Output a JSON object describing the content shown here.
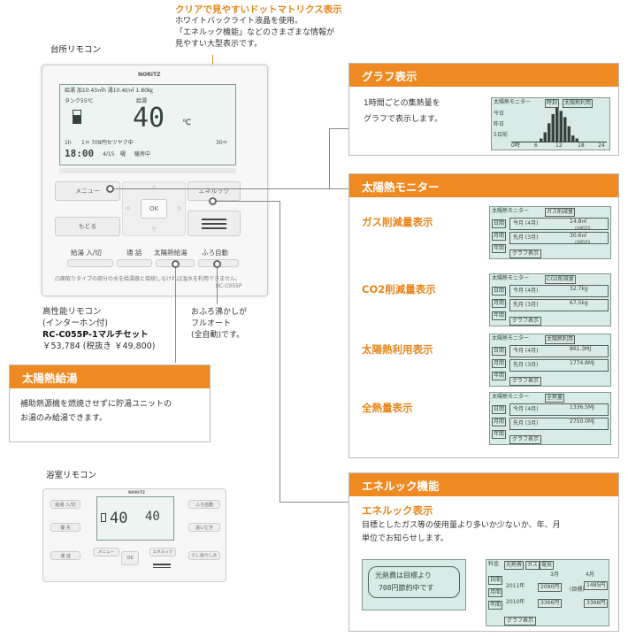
{
  "top_callout": {
    "title": "クリアで見やすいドットマトリクス表示",
    "body": [
      "ホワイトバックライト液晶を使用。",
      "「エネルック機能」などのさまざまな情報が",
      "見やすい大型表示です。"
    ]
  },
  "kitchen_label": "台所リモコン",
  "remote": {
    "brand": "NORITZ",
    "lcd": {
      "top": "給湯 加10.43㎥h 湯10.4ℓ/㎥ 1.80㎏",
      "tank": "タンク55℃",
      "mode": "給湯",
      "temp": "40",
      "unit": "℃",
      "saving": "1ㅁ 708円セツヤク中",
      "time": "18:00",
      "date": "4/15",
      "weekday": "曜",
      "status": "暖房中",
      "left_small": "1h",
      "right_small": "30ㅁ"
    },
    "buttons": {
      "menu": "メニュー",
      "back": "もどる",
      "ok": "OK",
      "enelook": "エネルック",
      "bottom": [
        "給湯 入/切",
        "通 話",
        "太陽熱給湯",
        "ふろ自動"
      ]
    },
    "footer_text": "凸面取りタイプの部分の水を給湯器と接続しなければ温水を利用できません。",
    "model_small": "RC-C055P"
  },
  "remote_desc": {
    "line1": "高性能リモコン",
    "line2": "(インターホン付)",
    "model": "RC-C055P-1マルチセット",
    "price": "￥53,784 (税抜き ￥49,800)"
  },
  "furo_desc": [
    "おふろ沸かしが",
    "フルオート",
    "(全自動)です。"
  ],
  "solar_hot_water": {
    "header": "太陽熱給湯",
    "body": [
      "補助熱源機を燃焼させずに貯湯ユニットの",
      "お湯のみ給湯できます。"
    ]
  },
  "bath_label": "浴室リモコン",
  "bath_remote": {
    "brand": "NORITZ",
    "left_buttons": [
      "給湯 入/切",
      "優 先",
      "通 話"
    ],
    "right_buttons": [
      "ふろ自動",
      "追いだき",
      "たし湯/たし水"
    ],
    "center": [
      "メニュー",
      "エネルック",
      "OK"
    ],
    "temp1": "40",
    "temp2": "40"
  },
  "graph": {
    "header": "グラフ表示",
    "body": [
      "1時間ごとの集熱量を",
      "グラフで表示します。"
    ],
    "lcd_title": "太陽熱モニター",
    "tabs": [
      "時刻",
      "太陽熱利用"
    ],
    "labels": [
      "今日",
      "昨日",
      "5日前"
    ],
    "xlabels": [
      "0時",
      "6",
      "12",
      "18",
      "24"
    ],
    "bars": [
      0,
      0,
      0,
      0,
      0,
      0,
      0,
      1,
      3,
      6,
      9,
      11,
      10,
      8,
      5,
      2,
      1,
      0,
      0,
      0,
      0,
      0,
      0,
      0
    ]
  },
  "solar_monitor": {
    "header": "太陽熱モニター",
    "items": [
      {
        "title": "ガス削減量表示",
        "tab": "ガス削減量",
        "row1": "今月 (4月)",
        "val1": "14.8㎥",
        "sub1": "(1885円)",
        "row2": "先月 (3月)",
        "val2": "30.6㎥",
        "sub2": "(3905円)"
      },
      {
        "title": "CO2削減量表示",
        "tab": "CO2削減量",
        "row1": "今月 (4月)",
        "val1": "32.7kg",
        "sub1": "",
        "row2": "先月 (3月)",
        "val2": "67.5kg",
        "sub2": ""
      },
      {
        "title": "太陽熱利用表示",
        "tab": "太陽熱利用",
        "row1": "今月 (4月)",
        "val1": "861.3MJ",
        "sub1": "",
        "row2": "先月 (3月)",
        "val2": "1774.8MJ",
        "sub2": ""
      },
      {
        "title": "全熱量表示",
        "tab": "全熱量",
        "row1": "今月 (4月)",
        "val1": "1336.5MJ",
        "sub1": "",
        "row2": "先月 (3月)",
        "val2": "2750.0MJ",
        "sub2": ""
      }
    ],
    "lcd_title": "太陽熱モニター",
    "side": [
      "日間",
      "月間",
      "年間"
    ],
    "graph_btn": "グラフ表示"
  },
  "enelook": {
    "header": "エネルック機能",
    "title": "エネルック表示",
    "body": [
      "目標としたガス等の使用量より多いか少ないか、年、月",
      "単位でお知らせします。"
    ],
    "msg_lines": [
      "光熱費は目標より",
      "708円節約中です"
    ],
    "table_tabs": [
      "料金",
      "光熱費",
      "ガス",
      "電気"
    ],
    "side": [
      "日間",
      "月間",
      "年間"
    ],
    "col_labels": [
      "3月",
      "4月"
    ],
    "rows": [
      {
        "year": "2011年",
        "v1": "2090円",
        "v2": "1485円",
        "note": "(目標)"
      },
      {
        "year": "2010年",
        "v1": "3366円",
        "v2": "3366円",
        "note": ""
      }
    ],
    "graph_btn": "グラフ表示"
  }
}
